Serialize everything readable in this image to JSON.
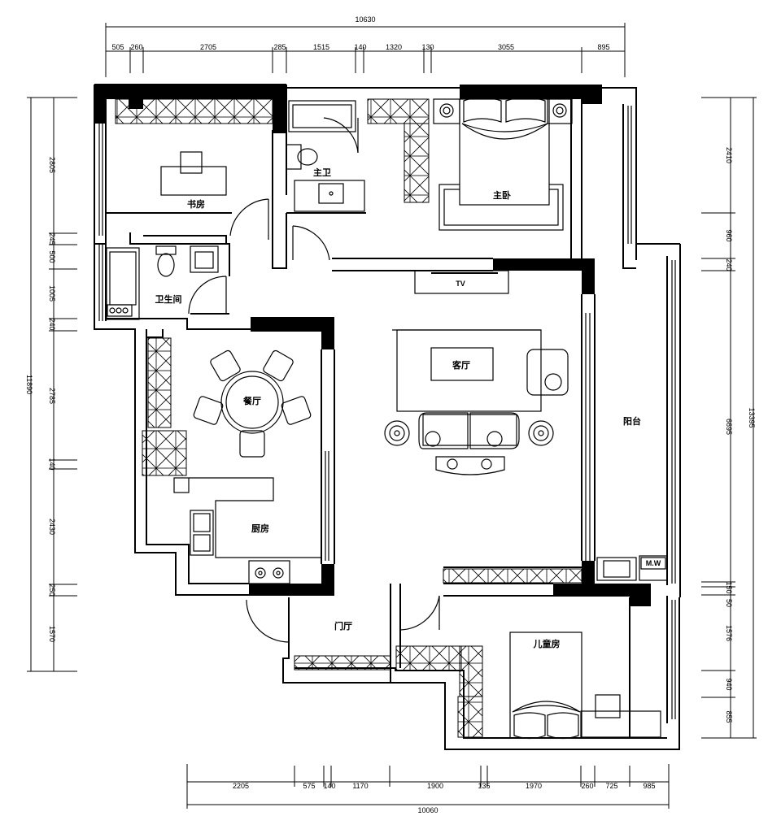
{
  "dimensions": {
    "top_total": "10630",
    "top_segments": [
      "505",
      "260",
      "2705",
      "285",
      "1515",
      "140",
      "1320",
      "130",
      "3055",
      "895"
    ],
    "bottom_total": "10060",
    "bottom_segments": [
      "2205",
      "575",
      "140",
      "1170",
      "1900",
      "135",
      "1970",
      "260",
      "725",
      "985"
    ],
    "left_total": "11890",
    "left_segments": [
      "2805",
      "245",
      "500",
      "1005",
      "240",
      "2785",
      "140",
      "2430",
      "250",
      "1570"
    ],
    "right_total": "13395",
    "right_segments": [
      "2410",
      "960",
      "240",
      "6695",
      "50",
      "150",
      "1576",
      "940",
      "855"
    ]
  },
  "rooms": {
    "study": "书房",
    "master_bath": "主卫",
    "master_bedroom": "主卧",
    "guest_bath": "卫生间",
    "dining": "餐厅",
    "living": "客厅",
    "balcony": "阳台",
    "kitchen": "厨房",
    "foyer": "门厅",
    "kids_room": "儿童房"
  },
  "labels": {
    "tv": "TV",
    "washer": "M.W"
  }
}
